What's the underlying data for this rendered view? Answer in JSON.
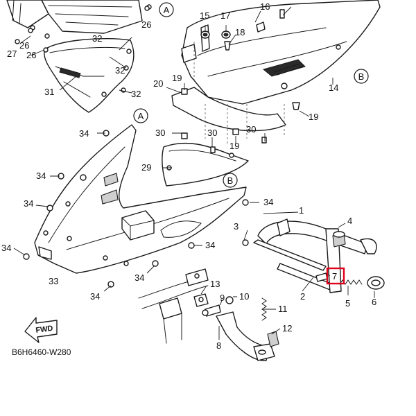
{
  "diagram_code": "B6H6460-W280",
  "fwd_label": "FWD",
  "callouts": {
    "c1": "1",
    "c2": "2",
    "c3": "3",
    "c4": "4",
    "c5": "5",
    "c6": "6",
    "c7": "7",
    "c8": "8",
    "c9": "9",
    "c10": "10",
    "c11": "11",
    "c12": "12",
    "c13": "13",
    "c14": "14",
    "c15": "15",
    "c16": "16",
    "c17": "17",
    "c18": "18",
    "c19a": "19",
    "c19b": "19",
    "c19c": "19",
    "c20": "20",
    "c26a": "26",
    "c26b": "26",
    "c26c": "26",
    "c27": "27",
    "c29": "29",
    "c30a": "30",
    "c30b": "30",
    "c30c": "30",
    "c31": "31",
    "c32a": "32",
    "c32b": "32",
    "c32c": "32",
    "c33": "33",
    "c34a": "34",
    "c34b": "34",
    "c34c": "34",
    "c34d": "34",
    "c34e": "34",
    "c34f": "34",
    "c34g": "34",
    "c34h": "34"
  },
  "reference_markers": {
    "a_top": "A",
    "a_mid": "A",
    "b_right": "B",
    "b_mid": "B"
  },
  "highlight": {
    "part": "7",
    "color": "#e0001b"
  }
}
